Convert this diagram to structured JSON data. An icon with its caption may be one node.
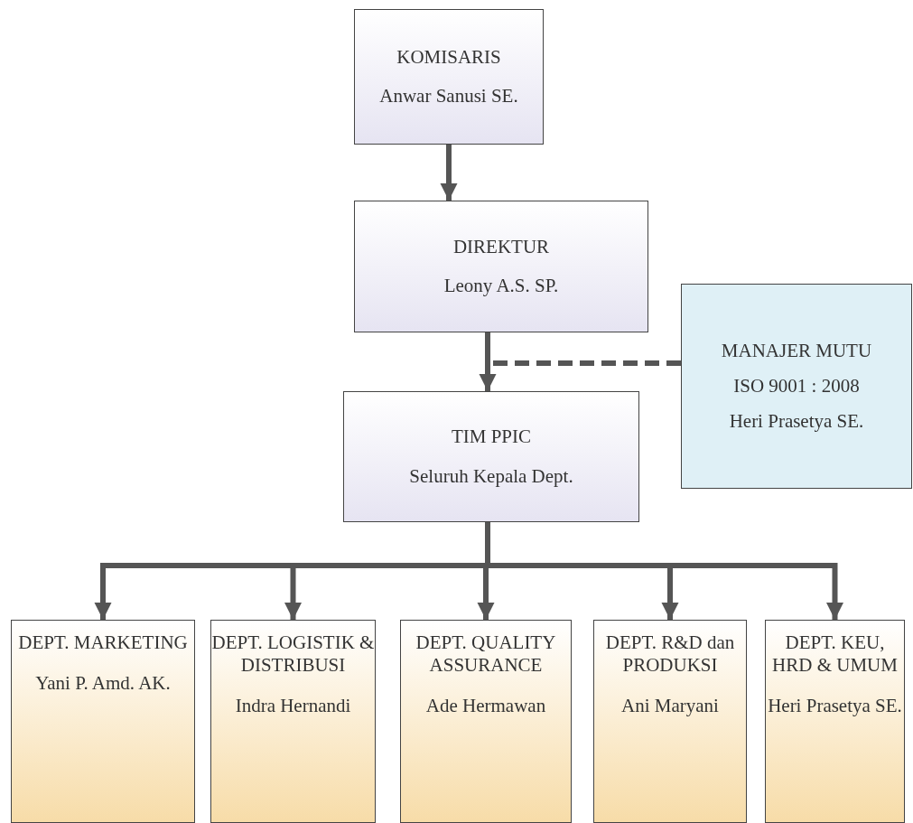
{
  "diagram": {
    "nodes": [
      {
        "text": [
          "KOMISARIS",
          "Anwar Sanusi SE."
        ]
      },
      {
        "text": [
          "DIREKTUR",
          "Leony A.S. SP."
        ]
      },
      {
        "text": [
          "TIM PPIC",
          "Seluruh Kepala Dept."
        ]
      },
      {
        "text": [
          "MANAJER MUTU",
          "ISO 9001 : 2008",
          "Heri Prasetya SE."
        ]
      },
      {
        "text": [
          "DEPT. MARKETING",
          "Yani P. Amd. AK."
        ]
      },
      {
        "text": [
          "DEPT. LOGISTIK & DISTRIBUSI",
          "Indra Hernandi"
        ]
      },
      {
        "text": [
          "DEPT. QUALITY ASSURANCE",
          "Ade Hermawan"
        ]
      },
      {
        "text": [
          "DEPT. R&D dan PRODUKSI",
          "Ani Maryani"
        ]
      },
      {
        "text": [
          "DEPT. KEU, HRD & UMUM",
          "Heri Prasetya SE."
        ]
      }
    ],
    "edges": [
      {
        "from": 0,
        "to": 1,
        "arrow": "to"
      },
      {
        "from": 1,
        "to": 2,
        "arrow": "to"
      },
      {
        "from": 3,
        "to": 2,
        "arrow": "none",
        "style": "dashed"
      },
      {
        "from": 2,
        "to": 4,
        "arrow": "to"
      },
      {
        "from": 2,
        "to": 5,
        "arrow": "to"
      },
      {
        "from": 2,
        "to": 6,
        "arrow": "to"
      },
      {
        "from": 2,
        "to": 7,
        "arrow": "to"
      },
      {
        "from": 2,
        "to": 8,
        "arrow": "to"
      }
    ]
  }
}
